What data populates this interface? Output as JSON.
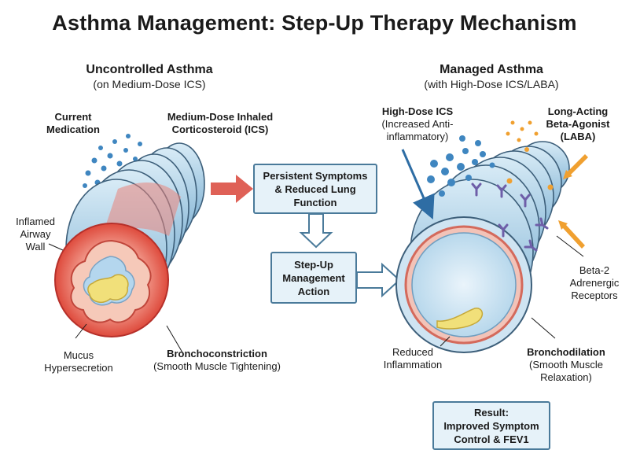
{
  "title": "Asthma Management: Step-Up Therapy Mechanism",
  "left_panel": {
    "title": "Uncontrolled Asthma",
    "subtitle": "(on Medium-Dose ICS)",
    "labels": {
      "current_med_line1": "Current",
      "current_med_line2": "Medication",
      "ics_line1": "Medium-Dose Inhaled",
      "ics_line2": "Corticosteroid (ICS)",
      "inflamed_line1": "Inflamed",
      "inflamed_line2": "Airway",
      "inflamed_line3": "Wall",
      "mucus_line1": "Mucus",
      "mucus_line2": "Hypersecretion",
      "broncho_line1": "Bronchoconstriction",
      "broncho_line2": "(Smooth Muscle Tightening)"
    }
  },
  "flow": {
    "box1_line1": "Persistent Symptoms",
    "box1_line2": "& Reduced Lung",
    "box1_line3": "Function",
    "box2_line1": "Step-Up",
    "box2_line2": "Management",
    "box2_line3": "Action"
  },
  "right_panel": {
    "title": "Managed Asthma",
    "subtitle": "(with High-Dose ICS/LABA)",
    "labels": {
      "hd_ics_line1": "High-Dose ICS",
      "hd_ics_line2": "(Increased Anti-",
      "hd_ics_line3": "inflammatory)",
      "laba_line1": "Long-Acting",
      "laba_line2": "Beta-Agonist",
      "laba_line3": "(LABA)",
      "beta_line1": "Beta-2",
      "beta_line2": "Adrenergic",
      "beta_line3": "Receptors",
      "reduced_line1": "Reduced",
      "reduced_line2": "Inflammation",
      "bronchodil_line1": "Bronchodilation",
      "bronchodil_line2": "(Smooth Muscle",
      "bronchodil_line3": "Relaxation)"
    }
  },
  "result": {
    "line1": "Result:",
    "line2": "Improved Symptom",
    "line3": "Control & FEV1"
  },
  "colors": {
    "airway_blue": "#a9cde4",
    "airway_edge": "#3d5f7a",
    "inflamed_red": "#e86a5c",
    "mucus_yellow": "#f1e07a",
    "box_fill": "#e6f2f9",
    "laba_orange": "#f0a030",
    "receptor_purple": "#6e5ea8",
    "dot_blue": "#3f86c0"
  }
}
